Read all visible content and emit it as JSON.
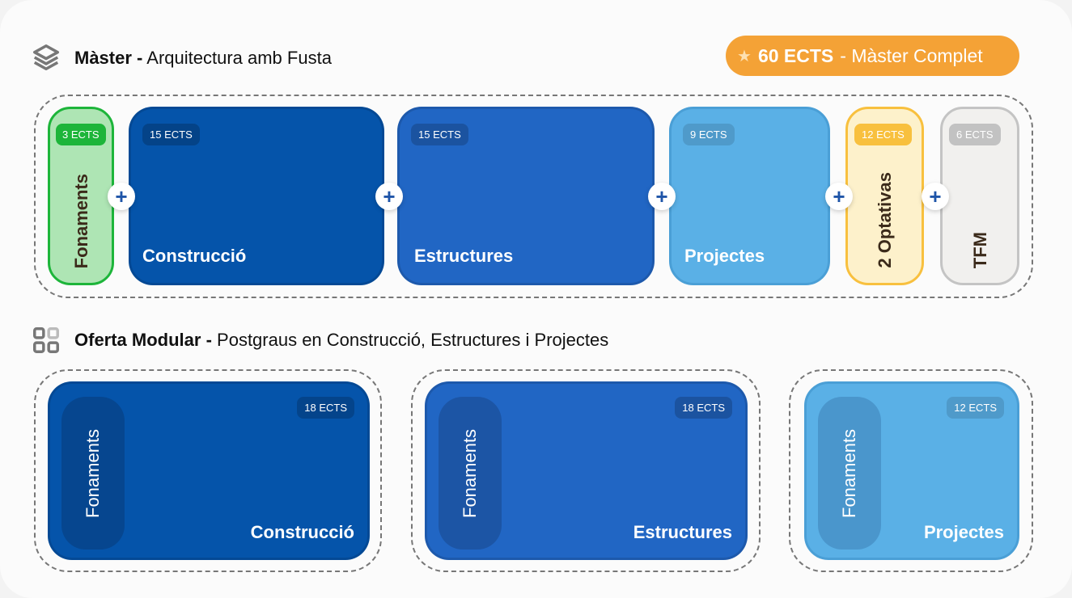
{
  "master": {
    "title_bold": "Màster -",
    "title_rest": "Arquitectura amb Fusta",
    "badge": {
      "icon": "star-icon",
      "bold": "60 ECTS",
      "rest": "- Màster Complet",
      "color": "#f4a236"
    },
    "modules": [
      {
        "name": "Fonaments",
        "ects": "3 ECTS",
        "color": "#aee5b4"
      },
      {
        "name": "Construcció",
        "ects": "15 ECTS",
        "color": "#0554aa"
      },
      {
        "name": "Estructures",
        "ects": "15 ECTS",
        "color": "#2166c4"
      },
      {
        "name": "Projectes",
        "ects": "9 ECTS",
        "color": "#5ab0e6"
      },
      {
        "name": "2 Optativas",
        "ects": "12 ECTS",
        "color": "#fdf1cb"
      },
      {
        "name": "TFM",
        "ects": "6 ECTS",
        "color": "#f1f0ee"
      }
    ],
    "plus": "+"
  },
  "modular": {
    "title_bold": "Oferta Modular -",
    "title_rest": "Postgraus en Construcció, Estructures i Projectes",
    "postgraus": [
      {
        "name": "Construcció",
        "ects": "18 ECTS",
        "base": "Fonaments",
        "color": "#0554aa"
      },
      {
        "name": "Estructures",
        "ects": "18 ECTS",
        "base": "Fonaments",
        "color": "#2166c4"
      },
      {
        "name": "Projectes",
        "ects": "12 ECTS",
        "base": "Fonaments",
        "color": "#5ab0e6"
      }
    ]
  }
}
